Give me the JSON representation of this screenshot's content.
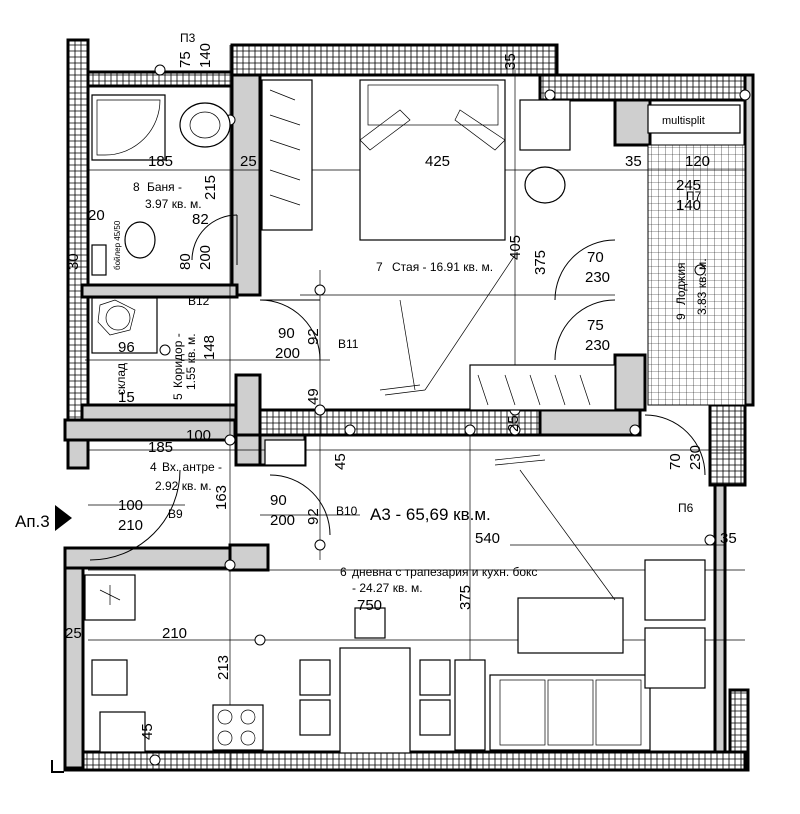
{
  "apartment": {
    "title": "А3 - 65,69 кв.м.",
    "entry_label": "Ап.3"
  },
  "rooms": {
    "bath": {
      "num": "8",
      "name": "Баня -",
      "area": "3.97 кв. м."
    },
    "corridor": {
      "num": "5",
      "name": "Коридор -",
      "area": "1.55 кв. м."
    },
    "storage": {
      "name": "склад"
    },
    "entry": {
      "num": "4",
      "name": "Вх. антре -",
      "area": "2.92 кв. м."
    },
    "bedroom": {
      "num": "7",
      "name": "Стая - 16.91 кв. м."
    },
    "loggia": {
      "num": "9",
      "name": "Лоджия",
      "area": "3.83 кв. м."
    },
    "living": {
      "num": "6",
      "name": "дневна с трапезария и  кухн. бокс",
      "area": "- 24.27 кв. м."
    }
  },
  "equipment": {
    "multisplit": "multisplit",
    "boiler": "бойлер 45/50"
  },
  "door_tags": {
    "p3": "П3",
    "p7": "П7",
    "p6": "П6",
    "b12": "В12",
    "b11": "В11",
    "b9": "В9",
    "b10": "В10"
  },
  "openings": {
    "bedroom_door": {
      "w": "90",
      "h": "200"
    },
    "entry_door": {
      "w": "100",
      "h": "210"
    },
    "living_door": {
      "w": "90",
      "h": "200"
    },
    "bath_door": {
      "w": "80",
      "h": "200"
    },
    "loggia_door_1": {
      "w": "70",
      "h": "230"
    },
    "loggia_door_2": {
      "w": "75",
      "h": "230"
    },
    "side_window": {
      "w": "70",
      "h": "230"
    },
    "bath_window": {
      "w": "75",
      "h": "140"
    },
    "bed_window": {
      "w": "245",
      "h": "140"
    }
  },
  "dimensions": {
    "d185a": "185",
    "d25a": "25",
    "d425": "425",
    "d35a": "35",
    "d120": "120",
    "d215": "215",
    "d82": "82",
    "d20": "20",
    "d405": "405",
    "d375a": "375",
    "d96": "96",
    "d148": "148",
    "d92a": "92",
    "d49": "49",
    "d15": "15",
    "d185b": "185",
    "d100": "100",
    "d45a": "45",
    "d163": "163",
    "d92b": "92",
    "d540": "540",
    "d750": "750",
    "d210": "210",
    "d25b": "25",
    "d213": "213",
    "d375b": "375",
    "d45b": "45",
    "d35b": "35",
    "d25c": "25",
    "d35c": "35",
    "d30": "30"
  }
}
